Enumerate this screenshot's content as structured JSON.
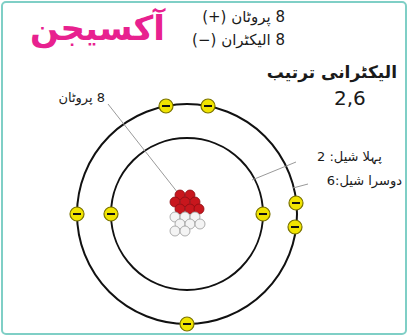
{
  "diagram": {
    "title": "آکسیجن",
    "labels": [
      "8 پروٹان (+)",
      "8 الیکٹران (−)",
      "الیکٹرانی ترتیب",
      "2,6",
      "8 پروٹان",
      "پہلا شیل: 2",
      "دوسرا شیل:6"
    ]
  }
}
